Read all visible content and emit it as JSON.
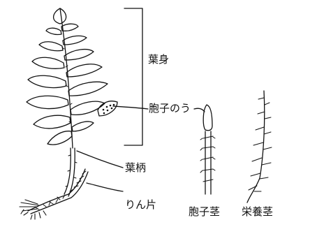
{
  "labels": {
    "blade": "葉身",
    "sporangium": "胞子のう",
    "petiole": "葉柄",
    "scales": "りん片",
    "fertile_stem": "胞子茎",
    "vegetative_stem": "栄養茎"
  },
  "colors": {
    "ink": "#111111",
    "background": "#ffffff"
  }
}
